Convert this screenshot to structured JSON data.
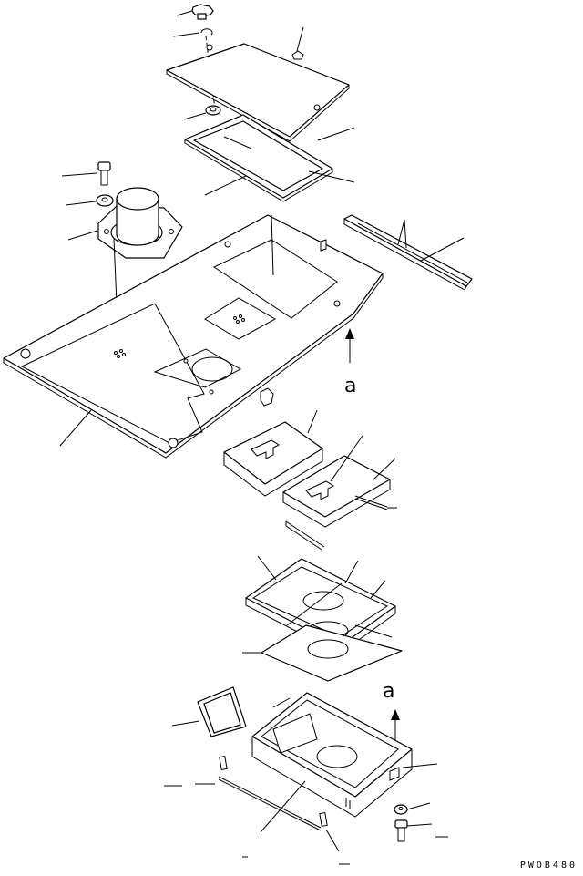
{
  "diagram": {
    "direction_label_top": "a",
    "direction_label_bottom": "a",
    "drawing_code": "PWOB480"
  }
}
